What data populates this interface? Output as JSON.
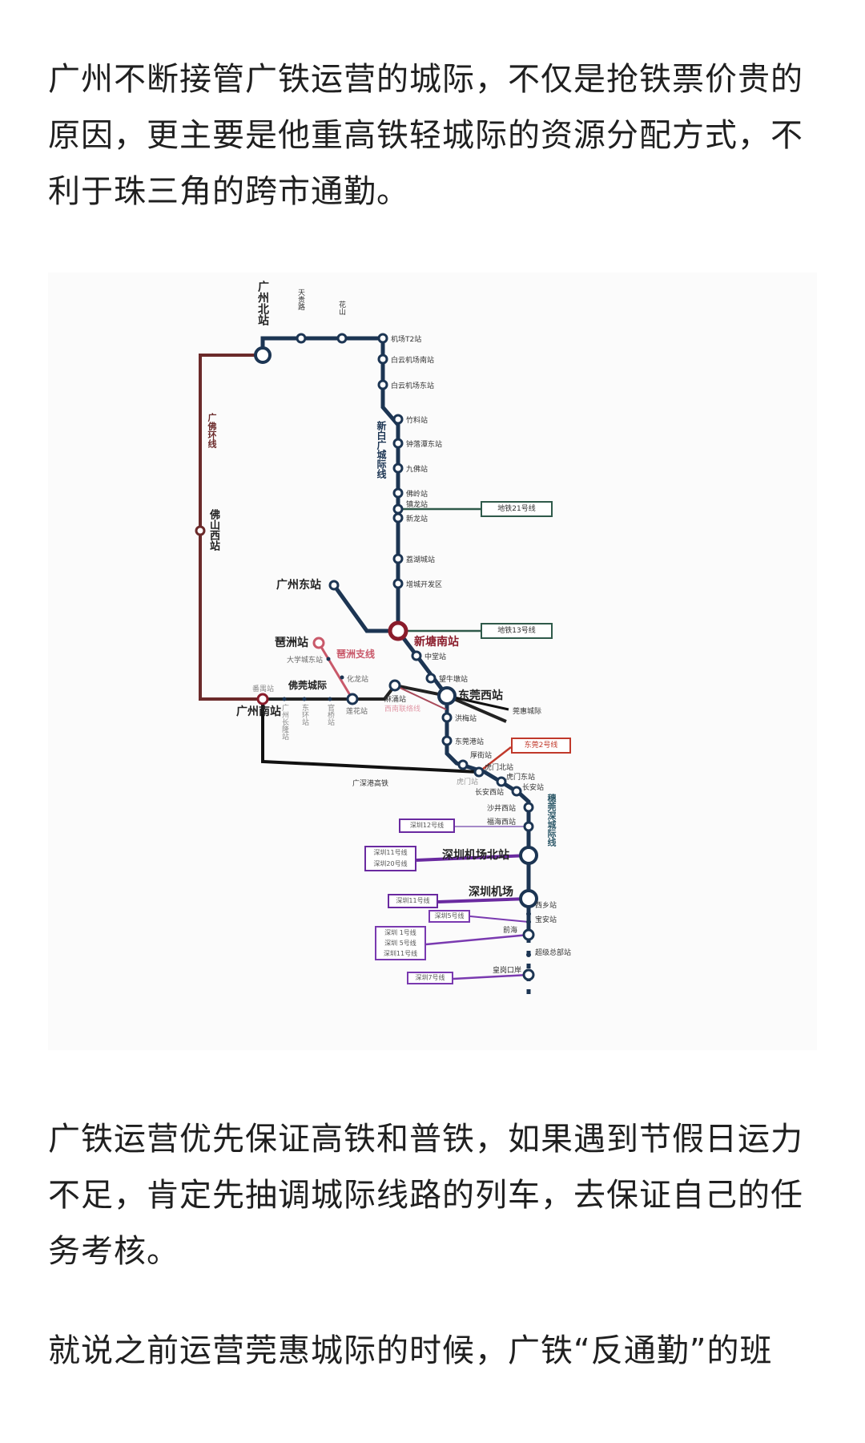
{
  "article": {
    "paragraphs": [
      "广州不断接管广铁运营的城际，不仅是抢铁票价贵的原因，更主要是他重高铁轻城际的资源分配方式，不利于珠三角的跨市通勤。",
      "广铁运营优先保证高铁和普铁，如果遇到节假日运力不足，肯定先抽调城际线路的列车，去保证自己的任务考核。",
      "就说之前运营莞惠城际的时候，广铁“反通勤”的班"
    ]
  },
  "map": {
    "colors": {
      "main_line": "#1c3553",
      "guangfo_ring": "#6b2a2a",
      "pazhou_branch": "#c9596a",
      "foguan": "#222222",
      "gsg_hsr": "#111111",
      "metro_gz": "#2f5a4a",
      "metro_sz": "#6a2aa0",
      "dg2": "#c0392b",
      "xintang_node": "#8a1c2b"
    },
    "line_labels": {
      "guangfo_ring": "广佛环线",
      "xinbai": "新白广城际线",
      "pazhou_branch": "琶洲支线",
      "foguan": "佛莞城际",
      "gsg_hsr": "广深港高铁",
      "sui_guan_shen": "穗莞深城际线",
      "guanhui": "莞惠城际",
      "xinan_link": "西南联络线"
    },
    "stations": {
      "gz_north": "广州北站",
      "tianguilu": "天贵路",
      "huashan": "花山",
      "airport_t2": "机场T2站",
      "byairport_s": "白云机场南站",
      "byairport_e": "白云机场东站",
      "zhuliao": "竹料站",
      "zhongluotan_e": "钟落潭东站",
      "jiufo": "九佛站",
      "foling": "佛岭站",
      "xinlong": "新龙站",
      "zhenlong": "镇龙站",
      "lihu": "荔湖城站",
      "zengcheng_dev": "增城开发区",
      "xintang_s": "新塘南站",
      "zhongtang": "中堂站",
      "wangniudun": "望牛墩站",
      "dongguan_w": "东莞西站",
      "hongmei": "洪梅站",
      "dongguan_port": "东莞港站",
      "houjie": "厚街站",
      "humen_n": "虎门北站",
      "humen": "虎门站",
      "humen_e": "虎门东站",
      "changan_w": "长安西站",
      "changan": "长安站",
      "shajing_w": "沙井西站",
      "fuhai_w": "福海西站",
      "sz_airport_n": "深圳机场北站",
      "sz_airport": "深圳机场",
      "xixiang": "西乡站",
      "baoan": "宝安站",
      "qianhai": "前海",
      "hq": "超级总部站",
      "huanggang": "皇岗口岸",
      "gz_east": "广州东站",
      "pazhou": "琶洲站",
      "univ_e": "大学城东站",
      "hualong": "化龙站",
      "foshan_w": "佛山西站",
      "gz_south": "广州南站",
      "panyu": "番禺站",
      "changlong": "广州长隆站",
      "donghuan": "东环站",
      "guanqiao": "官桥站",
      "lianhua": "莲花站",
      "machong": "麻涌站"
    },
    "transfers": {
      "metro21": "地铁21号线",
      "metro13": "地铁13号线",
      "dg2": "东莞2号线",
      "sz12": "深圳12号线",
      "sz11_20": [
        "深圳11号线",
        "深圳20号线"
      ],
      "sz11": "深圳11号线",
      "sz5": "深圳5号线",
      "sz_1_5_11": [
        "深圳 1号线",
        "深圳 5号线",
        "深圳11号线"
      ],
      "sz7": "深圳7号线"
    }
  }
}
